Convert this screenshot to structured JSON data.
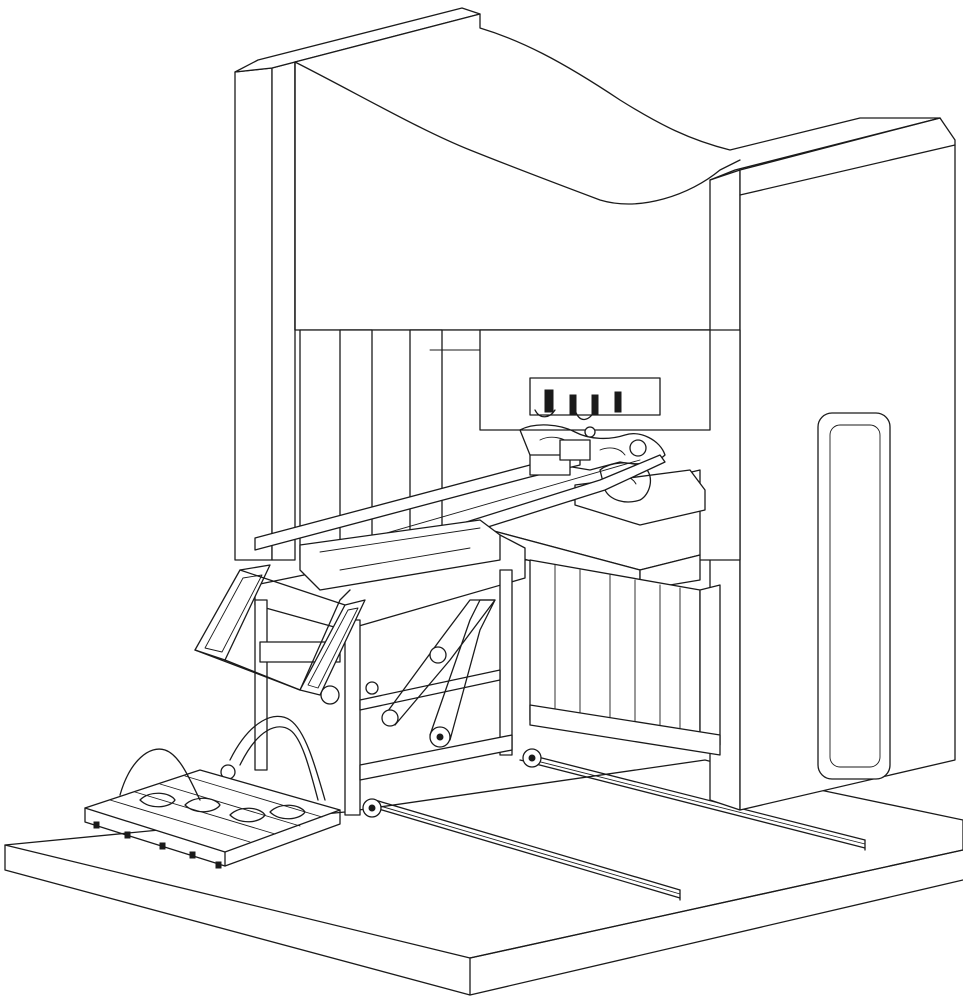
{
  "figure": {
    "kind": "isometric line drawing",
    "subject_parts": [
      "press-frame",
      "press-crown",
      "slide-ram",
      "upper-die",
      "lower-die",
      "bolster",
      "transfer-feed-beam",
      "loading-carriage",
      "guide-rails",
      "part-tray",
      "floor-base"
    ],
    "colors": {
      "line": "#1a1a1a",
      "paper": "#ffffff",
      "shade": "#e9e9e9"
    },
    "text_labels": []
  }
}
